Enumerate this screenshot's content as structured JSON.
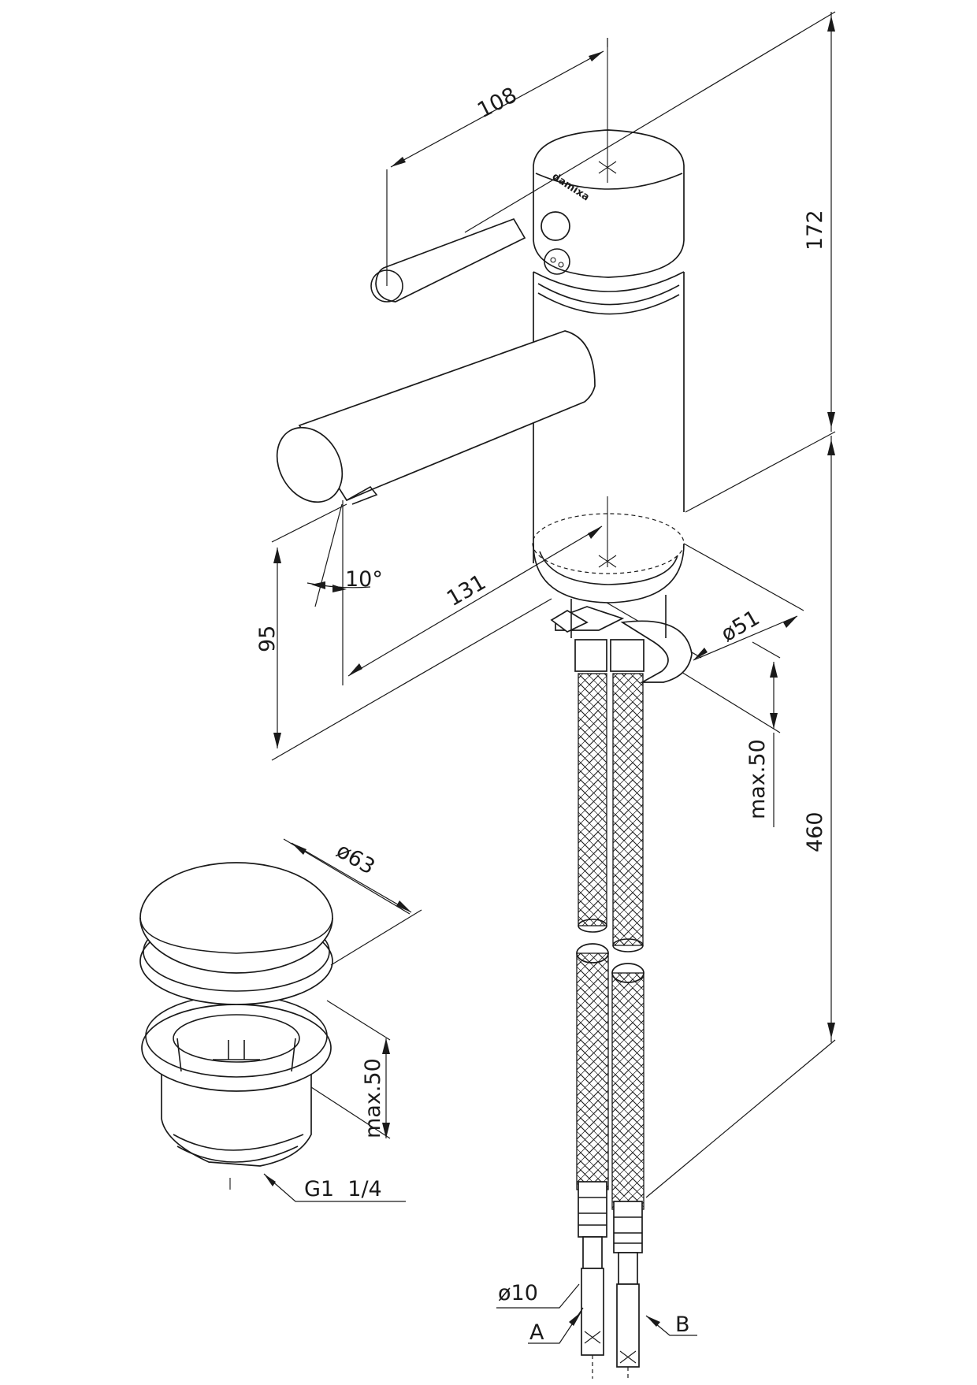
{
  "brand_mark": "damixa",
  "dimensions": {
    "handle_reach": "108",
    "height_to_top": "172",
    "spout_reach": "131",
    "spout_height": "95",
    "spout_angle": "10°",
    "base_diameter": "ø51",
    "deck_thickness_max": "max.50",
    "hose_length": "460",
    "hose_diameter": "ø10",
    "hose_a": "A",
    "hose_b": "B",
    "waste_diameter": "ø63",
    "waste_depth_max": "max.50",
    "waste_thread": "G1  1/4"
  }
}
